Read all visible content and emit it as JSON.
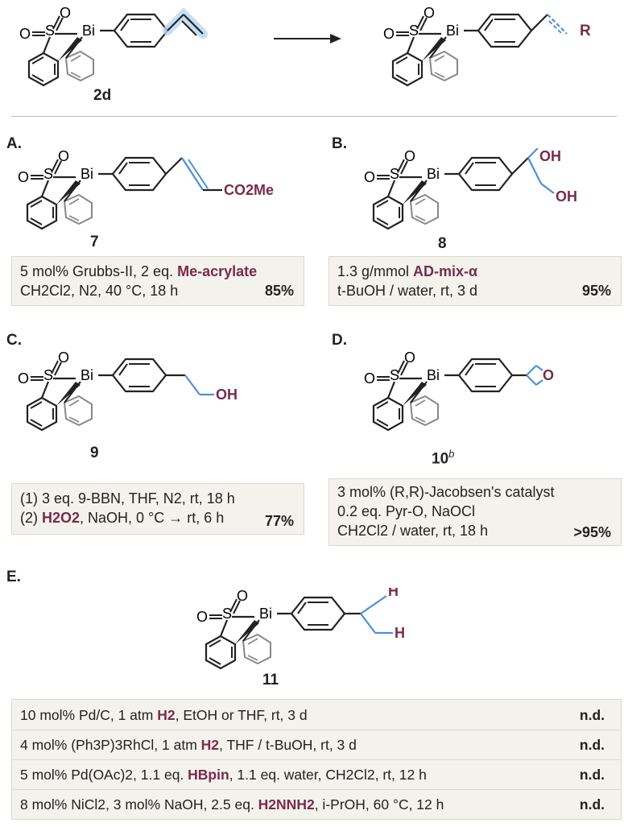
{
  "scheme": {
    "start_compound": "2d",
    "product_substituent": "R",
    "atoms": {
      "bi": "Bi",
      "s": "S",
      "o": "O"
    }
  },
  "panels": {
    "A": {
      "label": "A.",
      "compound": "7",
      "substituent": "CO2Me",
      "cond1_pre": "5 mol% Grubbs-II, 2 eq. ",
      "cond1_hl": "Me-acrylate",
      "cond2": "CH2Cl2, N2, 40 °C, 18 h",
      "yield": "85%"
    },
    "B": {
      "label": "B.",
      "compound": "8",
      "substituents": [
        "OH",
        "OH"
      ],
      "cond1_pre": "1.3 g/mmol ",
      "cond1_hl": "AD-mix-α",
      "cond2": "t-BuOH / water, rt, 3 d",
      "yield": "95%"
    },
    "C": {
      "label": "C.",
      "compound": "9",
      "substituent": "OH",
      "cond1": "(1) 3 eq. 9-BBN, THF, N2, rt, 18 h",
      "cond2_pre": "(2) ",
      "cond2_hl": "H2O2",
      "cond2_post": ", NaOH, 0 °C → rt, 6 h",
      "yield": "77%"
    },
    "D": {
      "label": "D.",
      "compound": "10",
      "compound_sup": "b",
      "substituent": "O",
      "cond1": "3 mol% (R,R)-Jacobsen's catalyst",
      "cond2": "0.2 eq. Pyr-O, NaOCl",
      "cond3": "CH2Cl2 / water, rt, 18 h",
      "yield": ">95%"
    },
    "E": {
      "label": "E.",
      "compound": "11",
      "substituents": [
        "H",
        "H"
      ],
      "rows": [
        {
          "pre": "10 mol% Pd/C, 1 atm ",
          "hl": "H2",
          "post": ", EtOH or THF, rt, 3 d",
          "result": "n.d."
        },
        {
          "pre": "4 mol% (Ph3P)3RhCl, 1 atm ",
          "hl": "H2",
          "post": ", THF / t-BuOH, rt, 3 d",
          "result": "n.d."
        },
        {
          "pre": "5 mol% Pd(OAc)2, 1.1 eq. ",
          "hl": "HBpin",
          "post": ", 1.1 eq. water, CH2Cl2, rt, 12 h",
          "result": "n.d."
        },
        {
          "pre": "8 mol% NiCl2, 3 mol% NaOH, 2.5 eq. ",
          "hl": "H2NNH2",
          "post": ", i-PrOH, 60 °C, 12 h",
          "result": "n.d."
        }
      ]
    }
  },
  "colors": {
    "accent": "#7a2a4a",
    "bond_highlight": "#4a90d9",
    "box_bg": "#f4f2ec"
  }
}
